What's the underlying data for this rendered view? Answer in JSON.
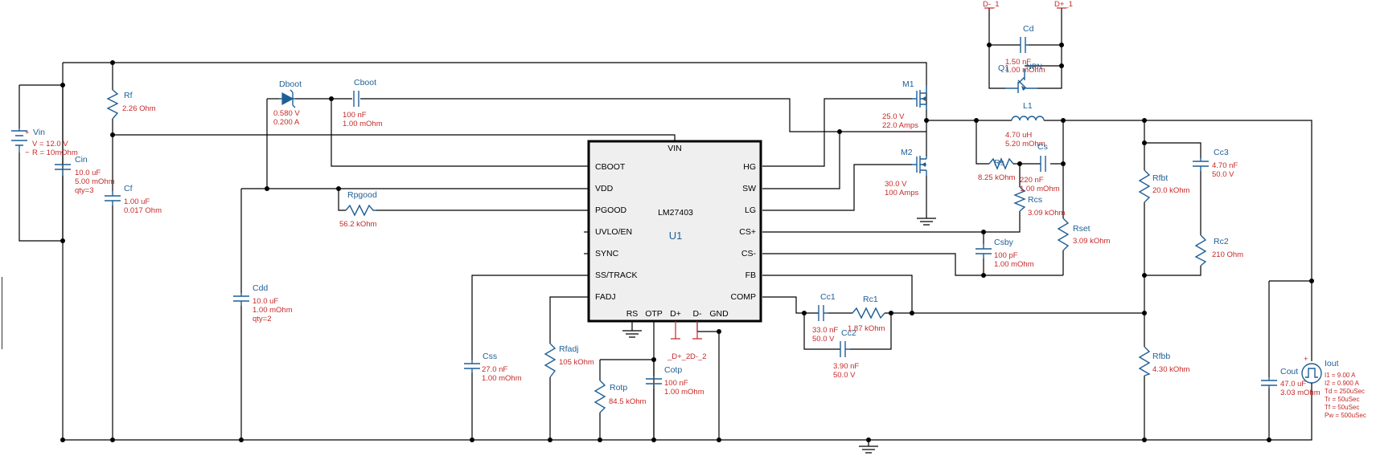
{
  "components": {
    "vin": {
      "ref": "Vin",
      "v1": "V = 12.0 V",
      "v2": "R = 10mOhm",
      "plus": "+",
      "minus": "−"
    },
    "cin": {
      "ref": "Cin",
      "v1": "10.0 uF",
      "v2": "5.00 mOhm",
      "v3": "qty=3"
    },
    "rf": {
      "ref": "Rf",
      "v1": "2.26 Ohm"
    },
    "cf": {
      "ref": "Cf",
      "v1": "1.00 uF",
      "v2": "0.017 Ohm"
    },
    "dboot": {
      "ref": "Dboot",
      "v1": "0.580 V",
      "v2": "0.200 A"
    },
    "cboot": {
      "ref": "Cboot",
      "v1": "100 nF",
      "v2": "1.00 mOhm"
    },
    "rpgood": {
      "ref": "Rpgood",
      "v1": "56.2 kOhm"
    },
    "cdd": {
      "ref": "Cdd",
      "v1": "10.0 uF",
      "v2": "1.00 mOhm",
      "v3": "qty=2"
    },
    "css": {
      "ref": "Css",
      "v1": "27.0 nF",
      "v2": "1.00 mOhm"
    },
    "rfadj": {
      "ref": "Rfadj",
      "v1": "105 kOhm"
    },
    "rotp": {
      "ref": "Rotp",
      "v1": "84.5 kOhm"
    },
    "cotp": {
      "ref": "Cotp",
      "v1": "100 nF",
      "v2": "1.00 mOhm"
    },
    "m1": {
      "ref": "M1",
      "v1": "25.0 V",
      "v2": "22.0 Amps"
    },
    "m2": {
      "ref": "M2",
      "v1": "30.0 V",
      "v2": "100 Amps"
    },
    "l1": {
      "ref": "L1",
      "v1": "4.70 uH",
      "v2": "5.20 mOhm"
    },
    "rs": {
      "ref": "Rs",
      "v1": "8.25 kOhm"
    },
    "cs": {
      "ref": "Cs",
      "v1": "220 nF",
      "v2": "1.00 mOhm"
    },
    "rcs": {
      "ref": "Rcs",
      "v1": "3.09 kOhm"
    },
    "rset": {
      "ref": "Rset",
      "v1": "3.09 kOhm"
    },
    "csby": {
      "ref": "Csby",
      "v1": "100 pF",
      "v2": "1.00 mOhm"
    },
    "cc1": {
      "ref": "Cc1",
      "v1": "33.0 nF",
      "v2": "50.0 V"
    },
    "rc1": {
      "ref": "Rc1",
      "v1": "1.87 kOhm"
    },
    "cc2": {
      "ref": "Cc2",
      "v1": "3.90 nF",
      "v2": "50.0 V"
    },
    "rfbt": {
      "ref": "Rfbt",
      "v1": "20.0 kOhm"
    },
    "cc3": {
      "ref": "Cc3",
      "v1": "4.70 nF",
      "v2": "50.0 V"
    },
    "rc2": {
      "ref": "Rc2",
      "v1": "210 Ohm"
    },
    "rfbb": {
      "ref": "Rfbb",
      "v1": "4.30 kOhm"
    },
    "cout": {
      "ref": "Cout",
      "v1": "47.0 uF",
      "v2": "3.03 mOhm"
    },
    "iout": {
      "ref": "Iout",
      "plus": "+",
      "v1": "I1 = 9.00 A",
      "v2": "I2 = 0.900 A",
      "v3": "Td = 250uSec",
      "v4": "Tr = 50uSec",
      "v5": "Tf = 50uSec",
      "v6": "Pw = 500uSec"
    },
    "cd": {
      "ref": "Cd",
      "v1": "1.50 nF",
      "v2": "1.00 mOhm"
    },
    "q1": {
      "ref": "Q1",
      "type": "NPN"
    }
  },
  "ports": {
    "dminus": "D-_1",
    "dplus": "D+_1",
    "dp2": "_D+_2",
    "dm2": "D-_2"
  },
  "ic": {
    "ref": "U1",
    "part": "LM27403",
    "top_pin": "VIN",
    "left_pins": [
      "CBOOT",
      "VDD",
      "PGOOD",
      "UVLO/EN",
      "SYNC",
      "SS/TRACK",
      "FADJ"
    ],
    "right_pins": [
      "HG",
      "SW",
      "LG",
      "CS+",
      "CS-",
      "FB",
      "COMP"
    ],
    "bottom_pins": [
      "RS",
      "OTP",
      "D+",
      "D-",
      "GND"
    ]
  }
}
